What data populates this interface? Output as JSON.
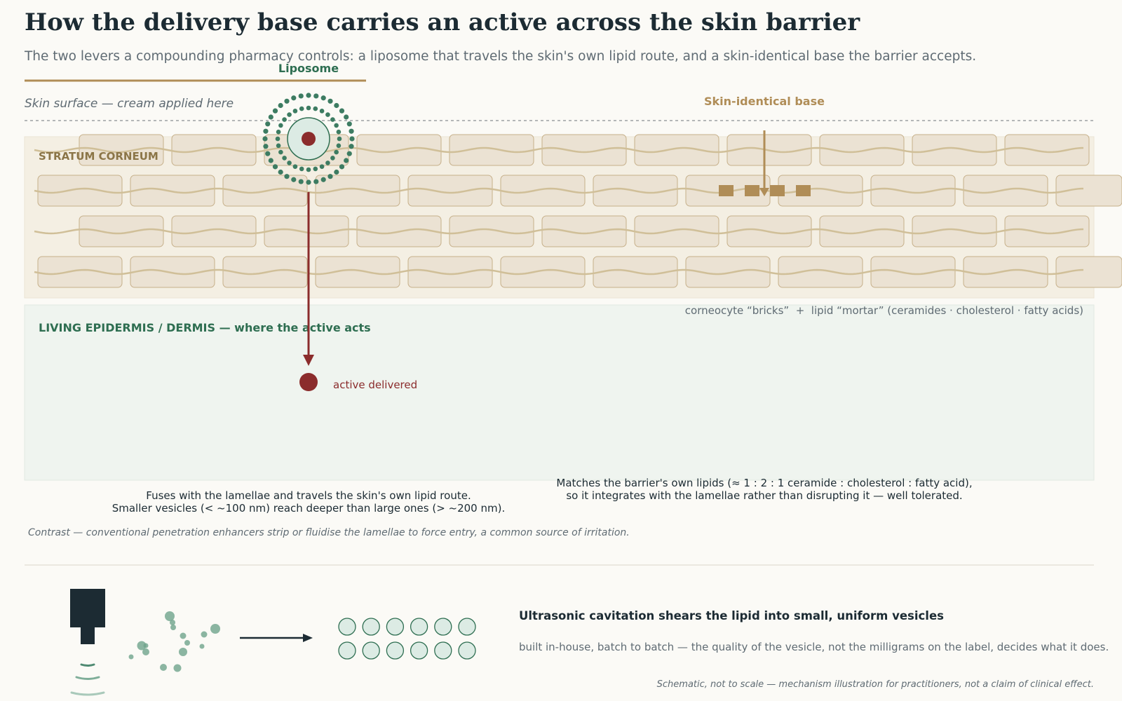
{
  "header": {
    "title": "How the delivery base carries an active across the skin barrier",
    "subtitle": "The two levers a compounding pharmacy controls: a liposome that travels the skin's own lipid route, and a skin-identical base the barrier accepts."
  },
  "diagram": {
    "surface_label": "Skin surface — cream applied here",
    "stratum_label": "STRATUM CORNEUM",
    "living_label": "LIVING EPIDERMIS / DERMIS — where the active acts",
    "liposome_label": "Liposome",
    "base_label": "Skin-identical base",
    "legend": "corneocyte “bricks”  +  lipid “mortar” (ceramides · cholesterol · fatty acids)",
    "active_label": "active delivered",
    "liposome_caption_line1": "Fuses with the lamellae and travels the skin's own lipid route.",
    "liposome_caption_line2": "Smaller vesicles (< ~100 nm) reach deeper than large ones (> ~200 nm).",
    "base_caption_line1": "Matches the barrier's own lipids (≈ 1 : 2 : 1 ceramide : cholesterol : fatty acid),",
    "base_caption_line2": "so it integrates with the lamellae rather than disrupting it — well tolerated.",
    "contrast_note": "Contrast — conventional penetration enhancers strip or fluidise the lamellae to force entry, a common source of irritation."
  },
  "ultrasonic": {
    "title": "Ultrasonic cavitation shears the lipid into small, uniform vesicles",
    "body": "built in-house, batch to batch — the quality of the vesicle, not the milligrams on the label, decides what it does."
  },
  "footnote": "Schematic, not to scale — mechanism illustration for practitioners, not a claim of clinical effect.",
  "colors": {
    "ink": "#1c2b33",
    "muted": "#5f6b73",
    "gold": "#b08d57",
    "green": "#2e6e51",
    "red": "#8b2c2c",
    "brick_fill": "#ebe2d3",
    "brick_stroke": "#c6b08a",
    "mortar": "#d0bf98"
  }
}
